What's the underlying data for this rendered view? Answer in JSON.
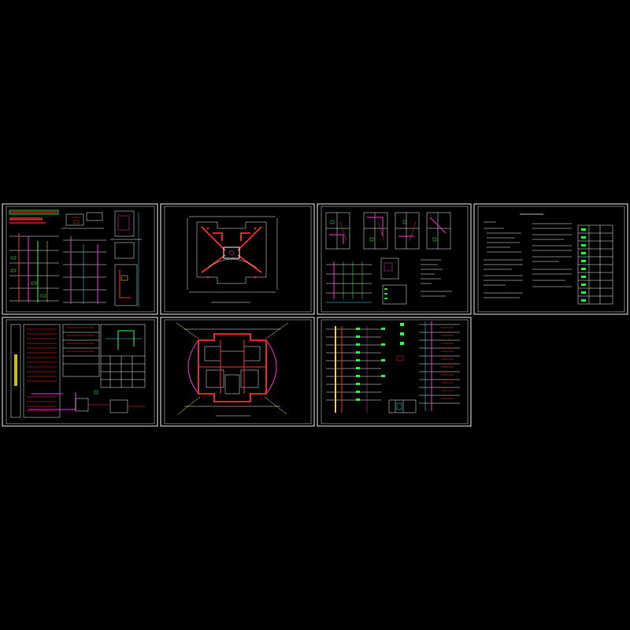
{
  "viewer": {
    "background": "#000000",
    "frame_color": "#e8e8e8",
    "palette": {
      "white": "#f0f0f0",
      "red": "#ff2a2a",
      "magenta": "#ff2ad7",
      "green": "#2aff4a",
      "cyan": "#2ae8ff",
      "yellow": "#ffe62a"
    }
  },
  "sheets": [
    {
      "id": "sheet-1",
      "content": "system-diagram-and-details"
    },
    {
      "id": "sheet-2",
      "content": "roof-plan"
    },
    {
      "id": "sheet-3",
      "content": "unit-plans-and-details"
    },
    {
      "id": "sheet-4",
      "content": "design-notes-and-legend"
    },
    {
      "id": "sheet-5",
      "content": "distribution-schedule"
    },
    {
      "id": "sheet-6",
      "content": "foundation-grounding-plan"
    },
    {
      "id": "sheet-7",
      "content": "riser-diagrams"
    }
  ]
}
